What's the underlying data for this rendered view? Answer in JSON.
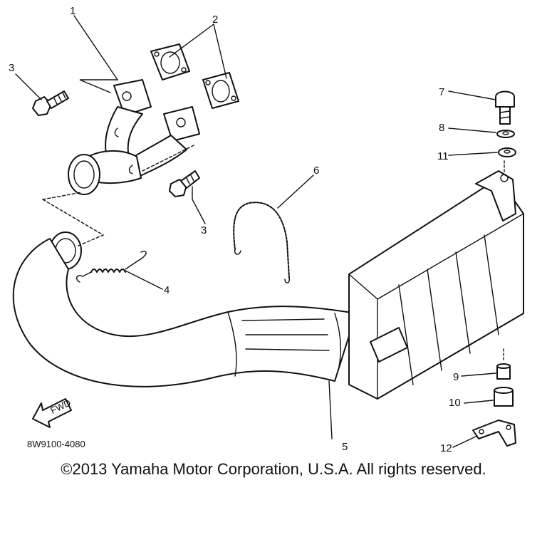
{
  "diagram": {
    "part_code": "8W9100-4080",
    "arrow_label": "FWD",
    "callouts": [
      "1",
      "2",
      "3",
      "3",
      "4",
      "5",
      "6",
      "7",
      "8",
      "9",
      "10",
      "11",
      "12"
    ]
  },
  "footer": {
    "copyright": "©2013 Yamaha Motor Corporation, U.S.A. All rights reserved."
  }
}
